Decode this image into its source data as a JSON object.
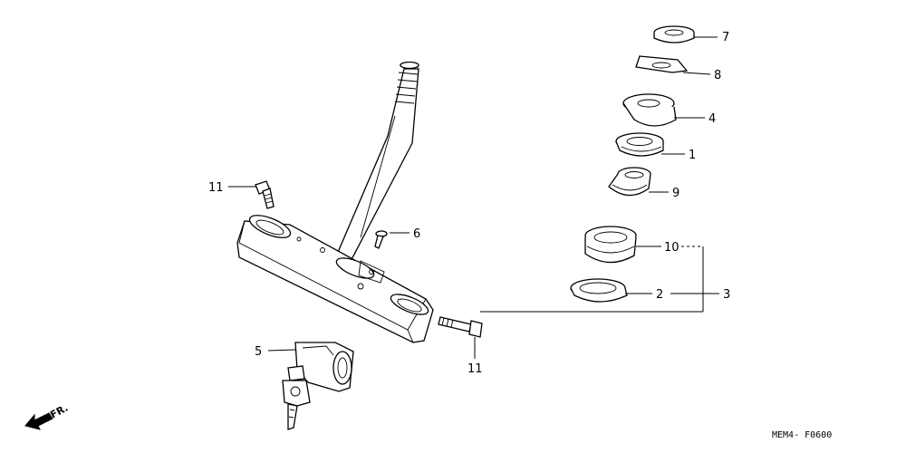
{
  "labels": {
    "p1": "1",
    "p2": "2",
    "p3": "3",
    "p4": "4",
    "p5": "5",
    "p6": "6",
    "p7": "7",
    "p8": "8",
    "p9": "9",
    "p10": "10",
    "p11_left": "11",
    "p11_bottom": "11"
  },
  "direction": "FR.",
  "diagram_code": "MEM4- F0600"
}
